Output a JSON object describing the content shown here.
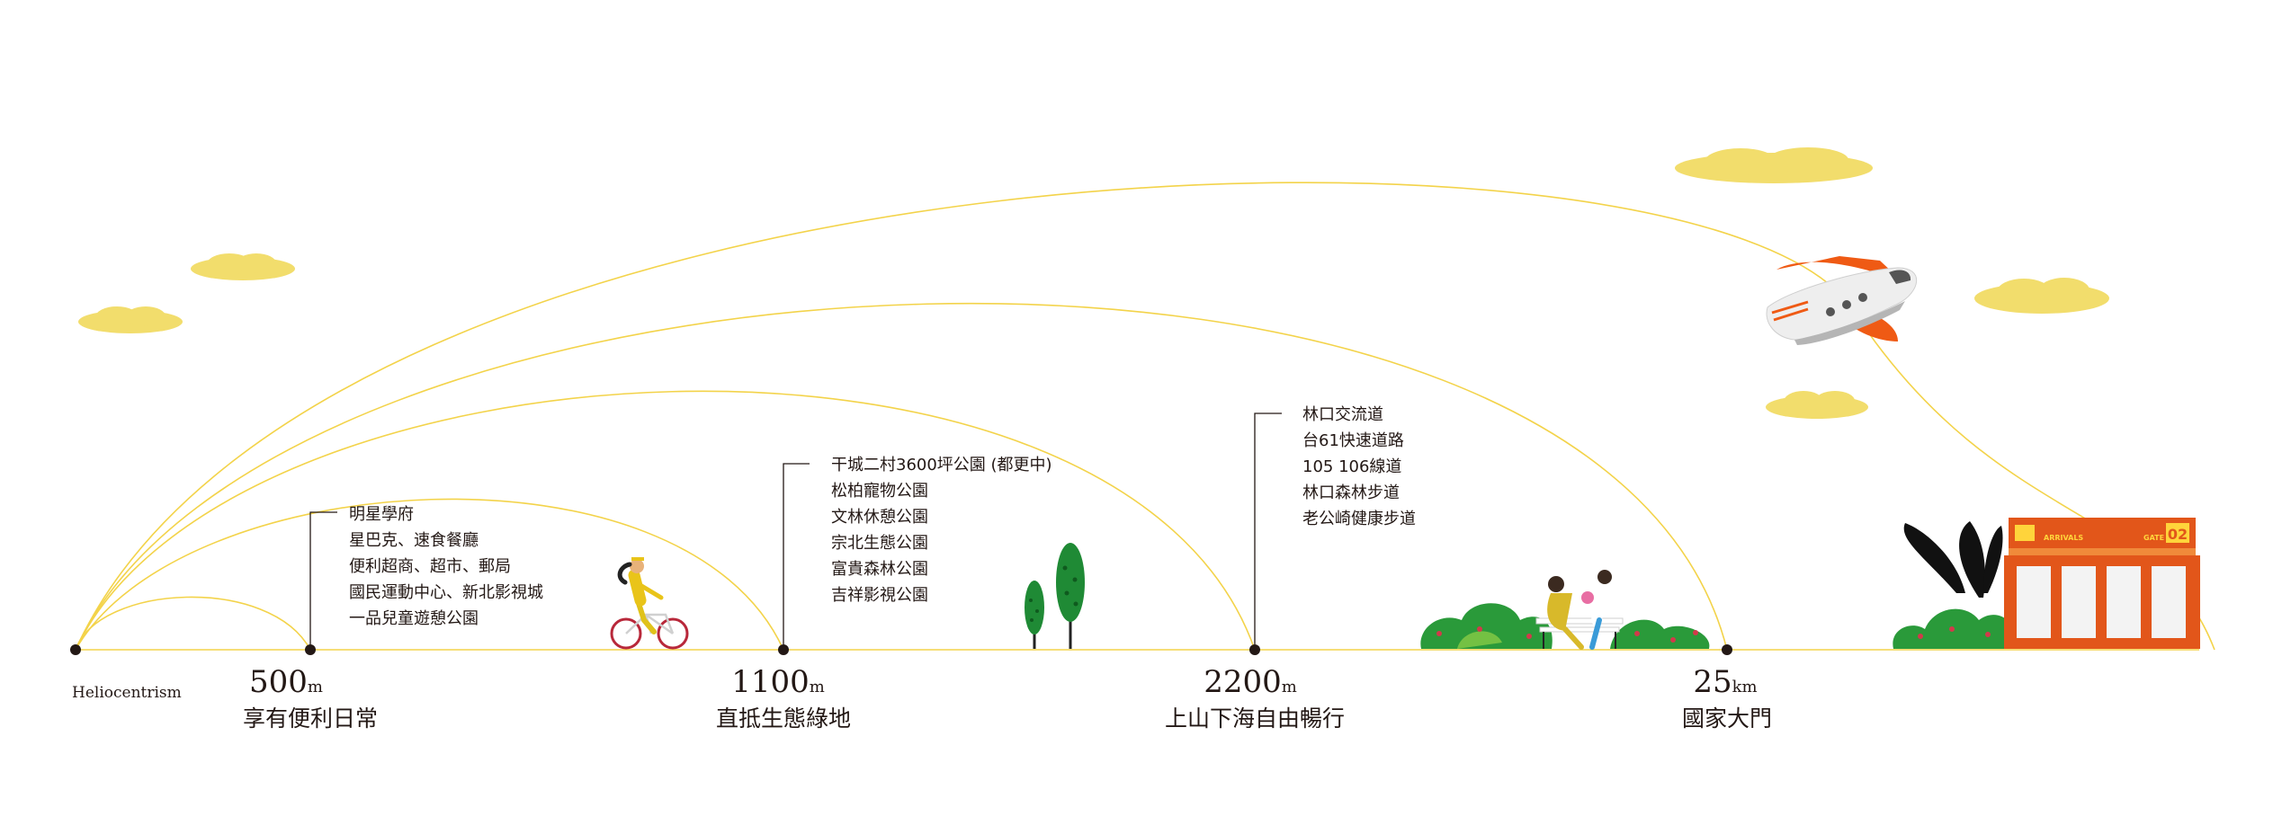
{
  "origin": {
    "label": "Heliocentrism"
  },
  "colors": {
    "arc": "#f3d34a",
    "cloud": "#f2dd6c",
    "marker": "#231815",
    "baseline": "#f3d34a",
    "tree_dark": "#1f7a2b",
    "tree_light": "#2e9a3a",
    "station_orange": "#e2561a",
    "plane_orange": "#ef5a14"
  },
  "stops": [
    {
      "id": "500m",
      "value": "500",
      "unit": "m",
      "caption": "享有便利日常",
      "info": [
        "明星學府",
        "星巴克、速食餐廳",
        "便利超商、超市、郵局",
        "國民運動中心、新北影視城",
        "一品兒童遊憩公園"
      ]
    },
    {
      "id": "1100m",
      "value": "1100",
      "unit": "m",
      "caption": "直抵生態綠地",
      "info": [
        "干城二村3600坪公園 (都更中)",
        "松柏寵物公園",
        "文林休憩公園",
        "宗北生態公園",
        "富貴森林公園",
        "吉祥影視公園"
      ]
    },
    {
      "id": "2200m",
      "value": "2200",
      "unit": "m",
      "caption": "上山下海自由暢行",
      "info": [
        "林口交流道",
        "台61快速道路",
        "105 106線道",
        "林口森林步道",
        "老公崎健康步道"
      ]
    },
    {
      "id": "25km",
      "value": "25",
      "unit": "km",
      "caption": "國家大門",
      "info": []
    }
  ],
  "station": {
    "sign_text": "ARRIVALS",
    "gate_label": "GATE",
    "gate_number": "02"
  },
  "icons": [
    "cyclist-icon",
    "tree-icon",
    "bench-couple-icon",
    "airplane-icon",
    "cloud-icon",
    "airport-station-icon",
    "palm-leaf-icon"
  ]
}
